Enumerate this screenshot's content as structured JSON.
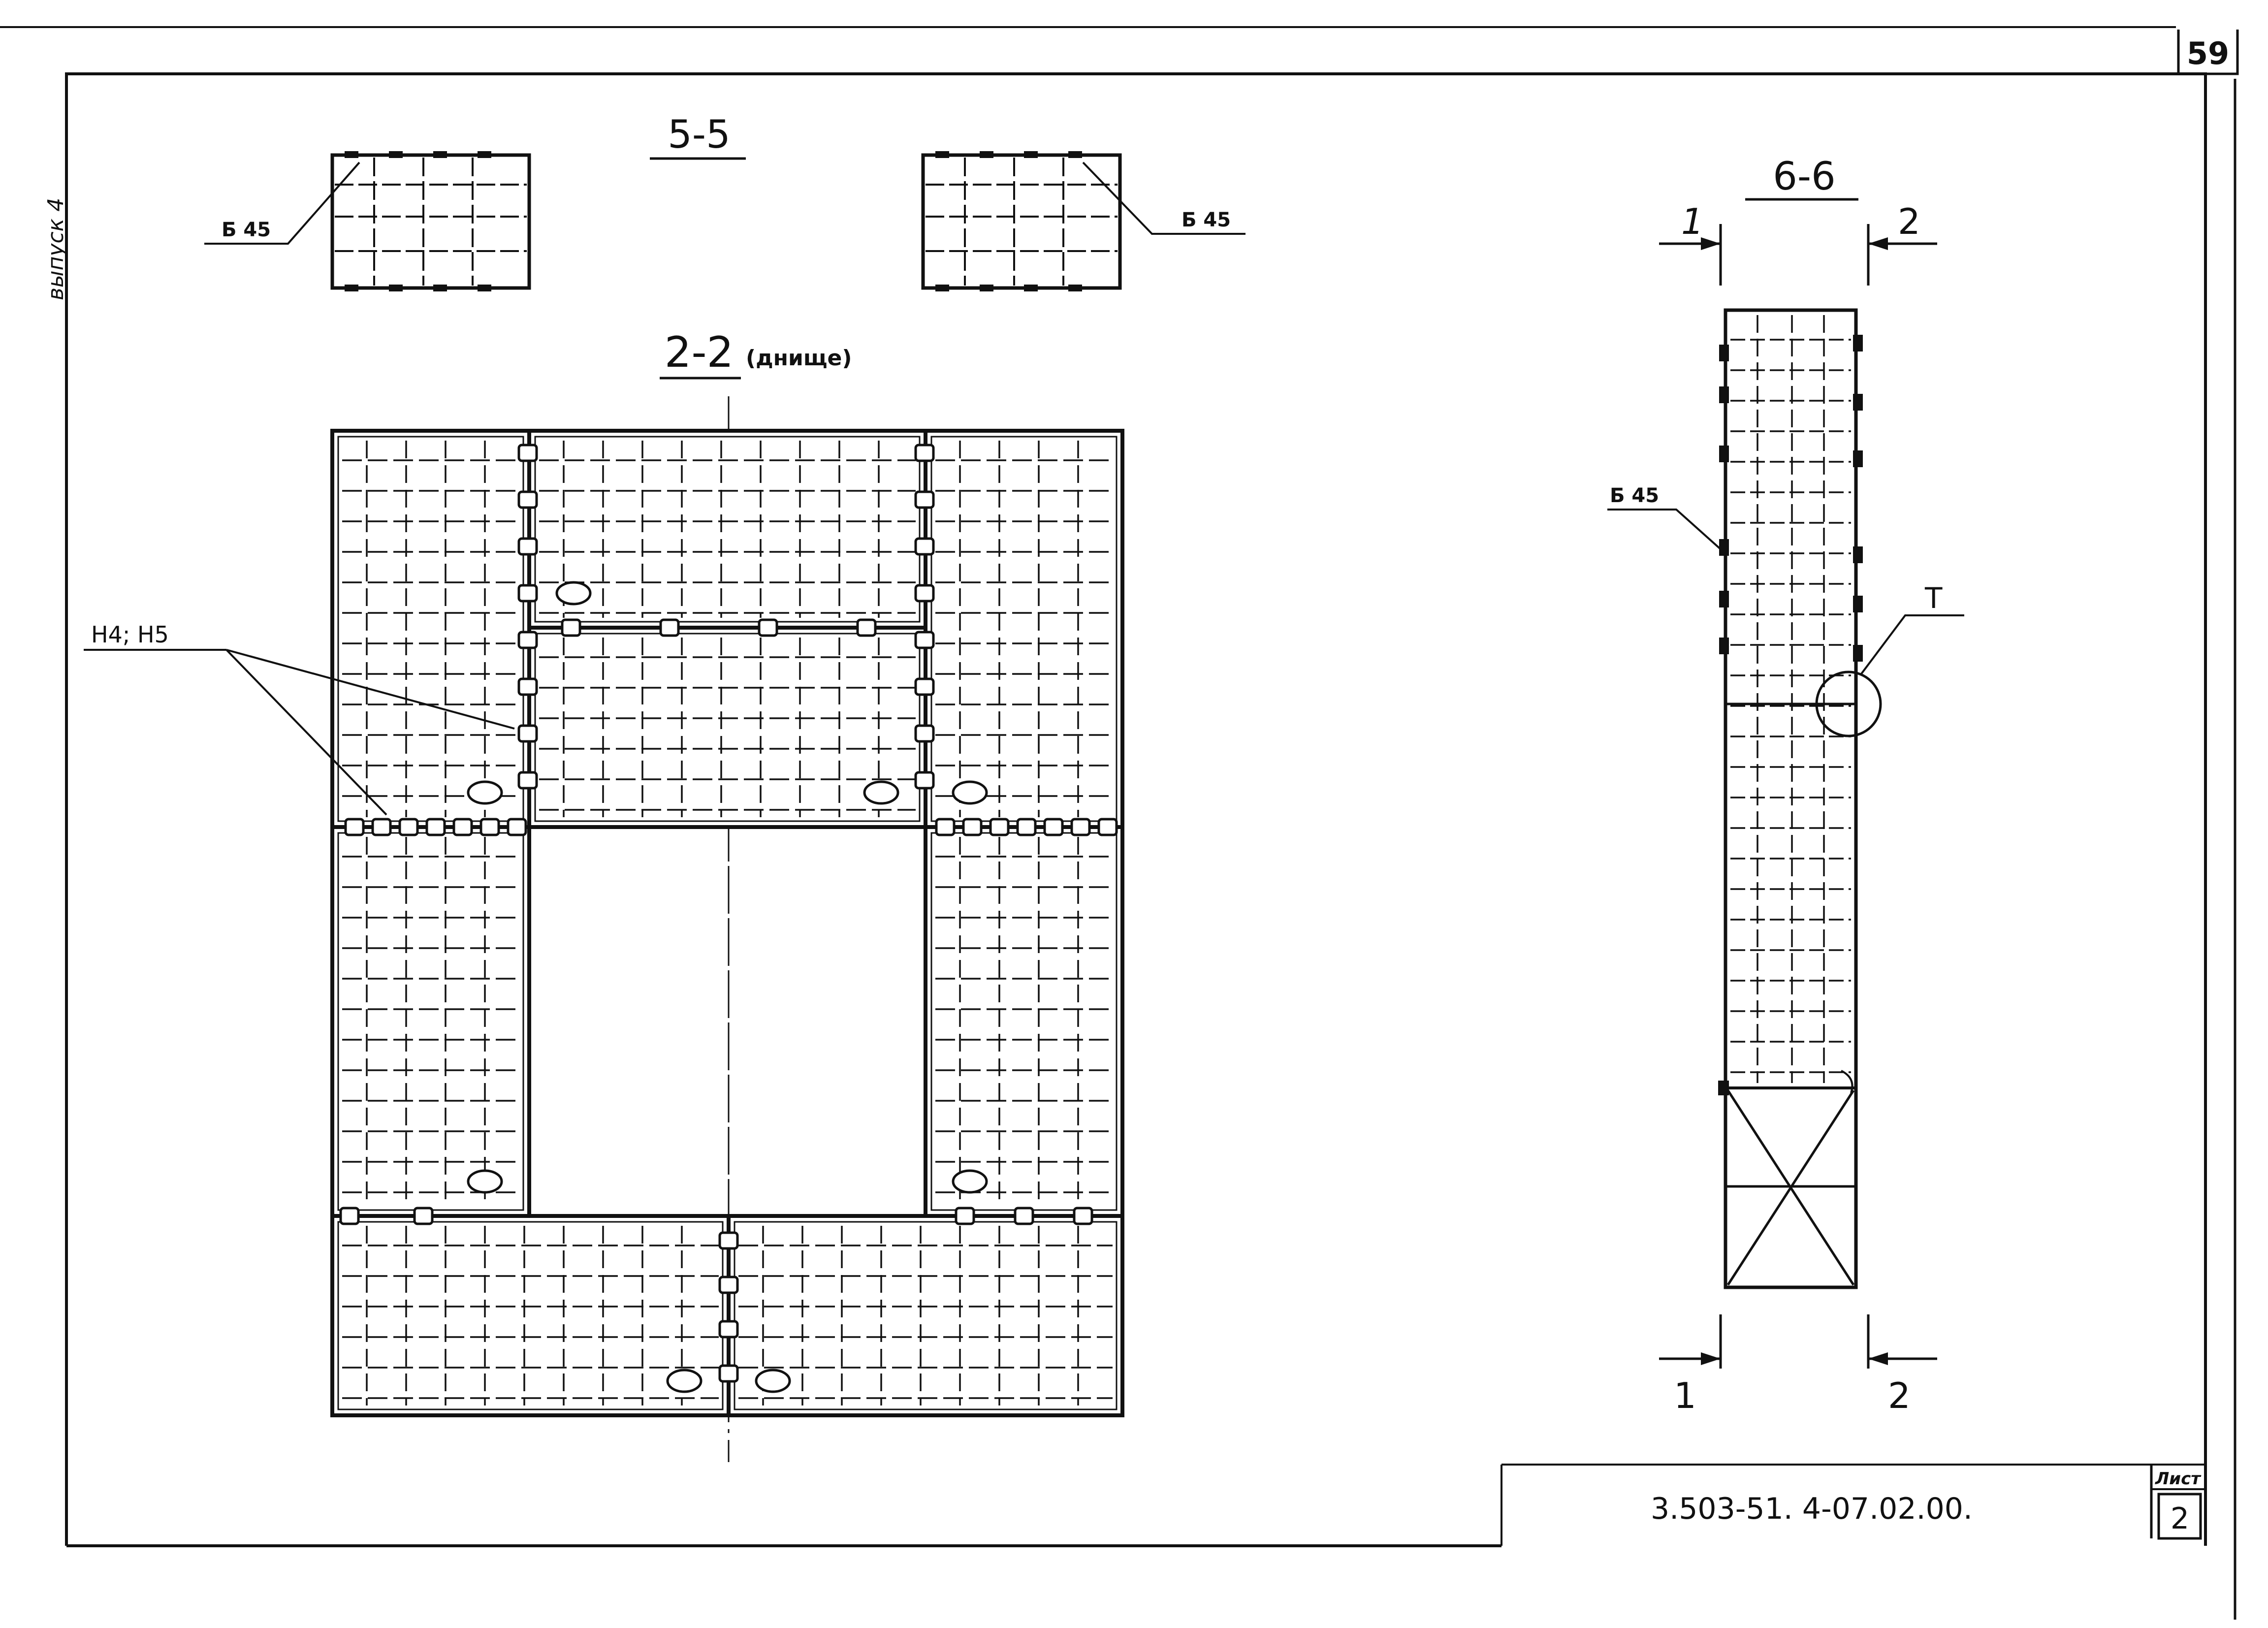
{
  "sheet": {
    "page_number": "59",
    "margin_note": "выпуск 4",
    "doc_code": "3.503-51. 4-07.02.00.",
    "list_label": "Лист",
    "list_number": "2"
  },
  "sections": {
    "s55_title": "5-5",
    "s22_title": "2-2",
    "s22_subtitle": "(днище)",
    "s66_title": "6-6",
    "cut_1": "1",
    "cut_2": "2"
  },
  "callouts": {
    "b45": "Б 45",
    "h4h5": "Н4; Н5",
    "node_t": "Т"
  },
  "colors": {
    "ink": "#111111",
    "paper": "#ffffff"
  }
}
